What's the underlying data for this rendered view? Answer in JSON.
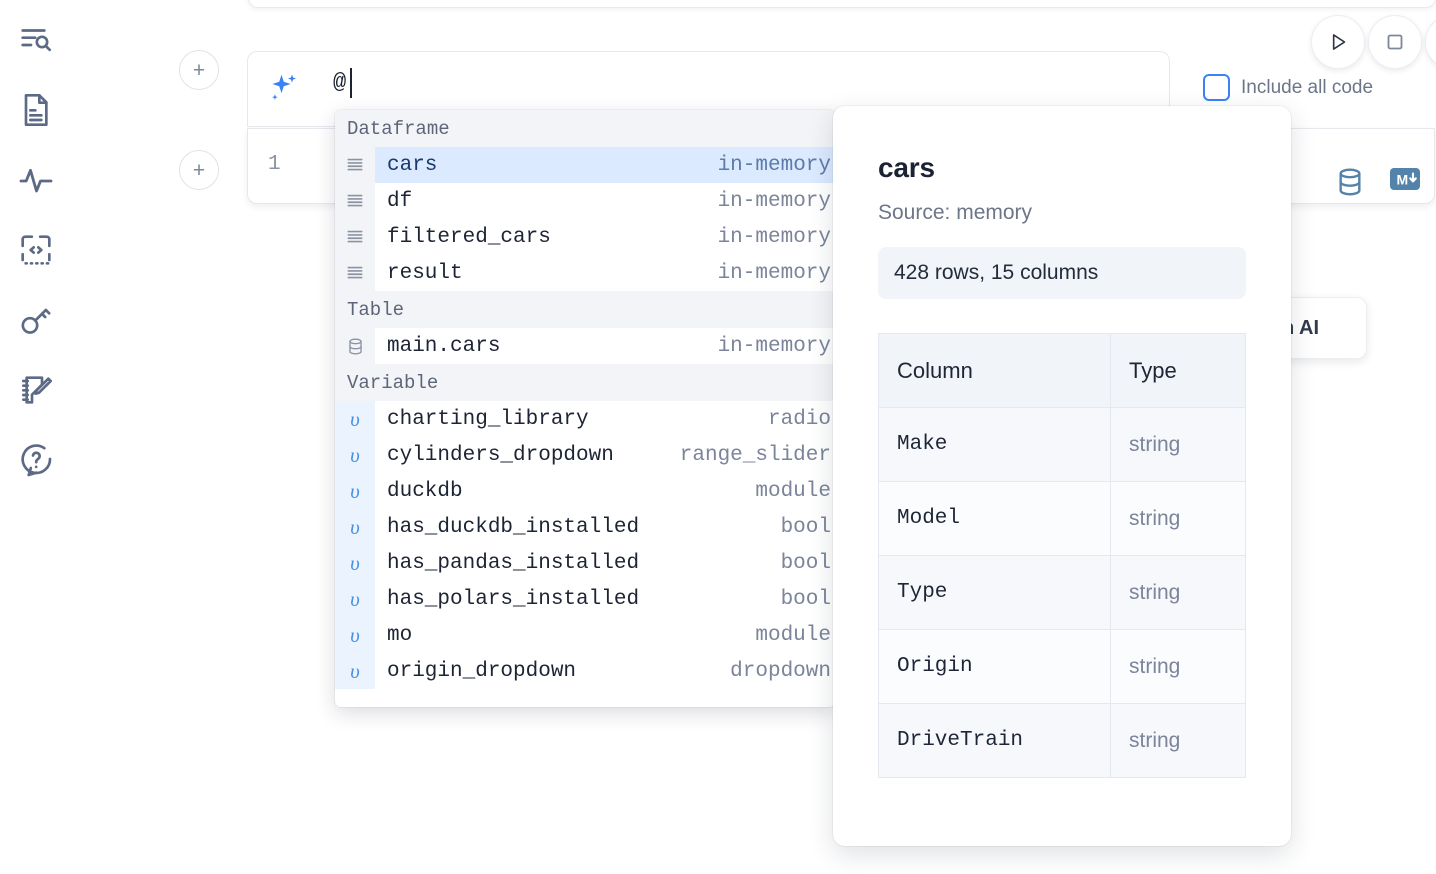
{
  "rail": {
    "items": [
      {
        "name": "file-explorer-search-icon",
        "label": "Explore files"
      },
      {
        "name": "document-icon",
        "label": "Notebook"
      },
      {
        "name": "activity-pulse-icon",
        "label": "Activity"
      },
      {
        "name": "code-snippet-icon",
        "label": "Snippets"
      },
      {
        "name": "key-icon",
        "label": "Secrets"
      },
      {
        "name": "scratchpad-edit-icon",
        "label": "Scratchpad"
      },
      {
        "name": "help-chat-icon",
        "label": "Help"
      }
    ]
  },
  "toolbar": {
    "run_label": "Run",
    "stop_label": "Stop",
    "include_all_code_label": "Include all code",
    "include_all_code_checked": false
  },
  "ai_prompt": {
    "value": "@",
    "icon": "ai-sparkle-icon"
  },
  "code_cell": {
    "line_number": "1",
    "sql_icon": "database-icon",
    "markdown_icon": "markdown-icon"
  },
  "ai_card": {
    "label": "h AI"
  },
  "autocomplete": {
    "groups": [
      {
        "label": "Dataframe",
        "icon": "dataframe-lines-icon",
        "kind": "dataframe",
        "items": [
          {
            "name": "cars",
            "type": "in-memory",
            "selected": true
          },
          {
            "name": "df",
            "type": "in-memory",
            "selected": false
          },
          {
            "name": "filtered_cars",
            "type": "in-memory",
            "selected": false
          },
          {
            "name": "result",
            "type": "in-memory",
            "selected": false
          }
        ]
      },
      {
        "label": "Table",
        "icon": "database-icon",
        "kind": "table",
        "items": [
          {
            "name": "main.cars",
            "type": "in-memory",
            "selected": false
          }
        ]
      },
      {
        "label": "Variable",
        "icon": "variable-icon",
        "kind": "variable",
        "items": [
          {
            "name": "charting_library",
            "type": "radio",
            "selected": false
          },
          {
            "name": "cylinders_dropdown",
            "type": "range_slider",
            "selected": false
          },
          {
            "name": "duckdb",
            "type": "module",
            "selected": false
          },
          {
            "name": "has_duckdb_installed",
            "type": "bool",
            "selected": false
          },
          {
            "name": "has_pandas_installed",
            "type": "bool",
            "selected": false
          },
          {
            "name": "has_polars_installed",
            "type": "bool",
            "selected": false
          },
          {
            "name": "mo",
            "type": "module",
            "selected": false
          },
          {
            "name": "origin_dropdown",
            "type": "dropdown",
            "selected": false
          }
        ]
      }
    ]
  },
  "preview": {
    "title": "cars",
    "source": "Source: memory",
    "shape": "428 rows, 15 columns",
    "table": {
      "headers": [
        "Column",
        "Type"
      ],
      "rows": [
        [
          "Make",
          "string"
        ],
        [
          "Model",
          "string"
        ],
        [
          "Type",
          "string"
        ],
        [
          "Origin",
          "string"
        ],
        [
          "DriveTrain",
          "string"
        ]
      ]
    }
  },
  "colors": {
    "accent_blue": "#3b82f6",
    "selection_blue": "#dbeafe",
    "variable_gutter": "#eaf3fe",
    "group_header": "#f3f4f7",
    "icon_steel": "#5383ab",
    "rail_icon": "#5c6a86"
  }
}
